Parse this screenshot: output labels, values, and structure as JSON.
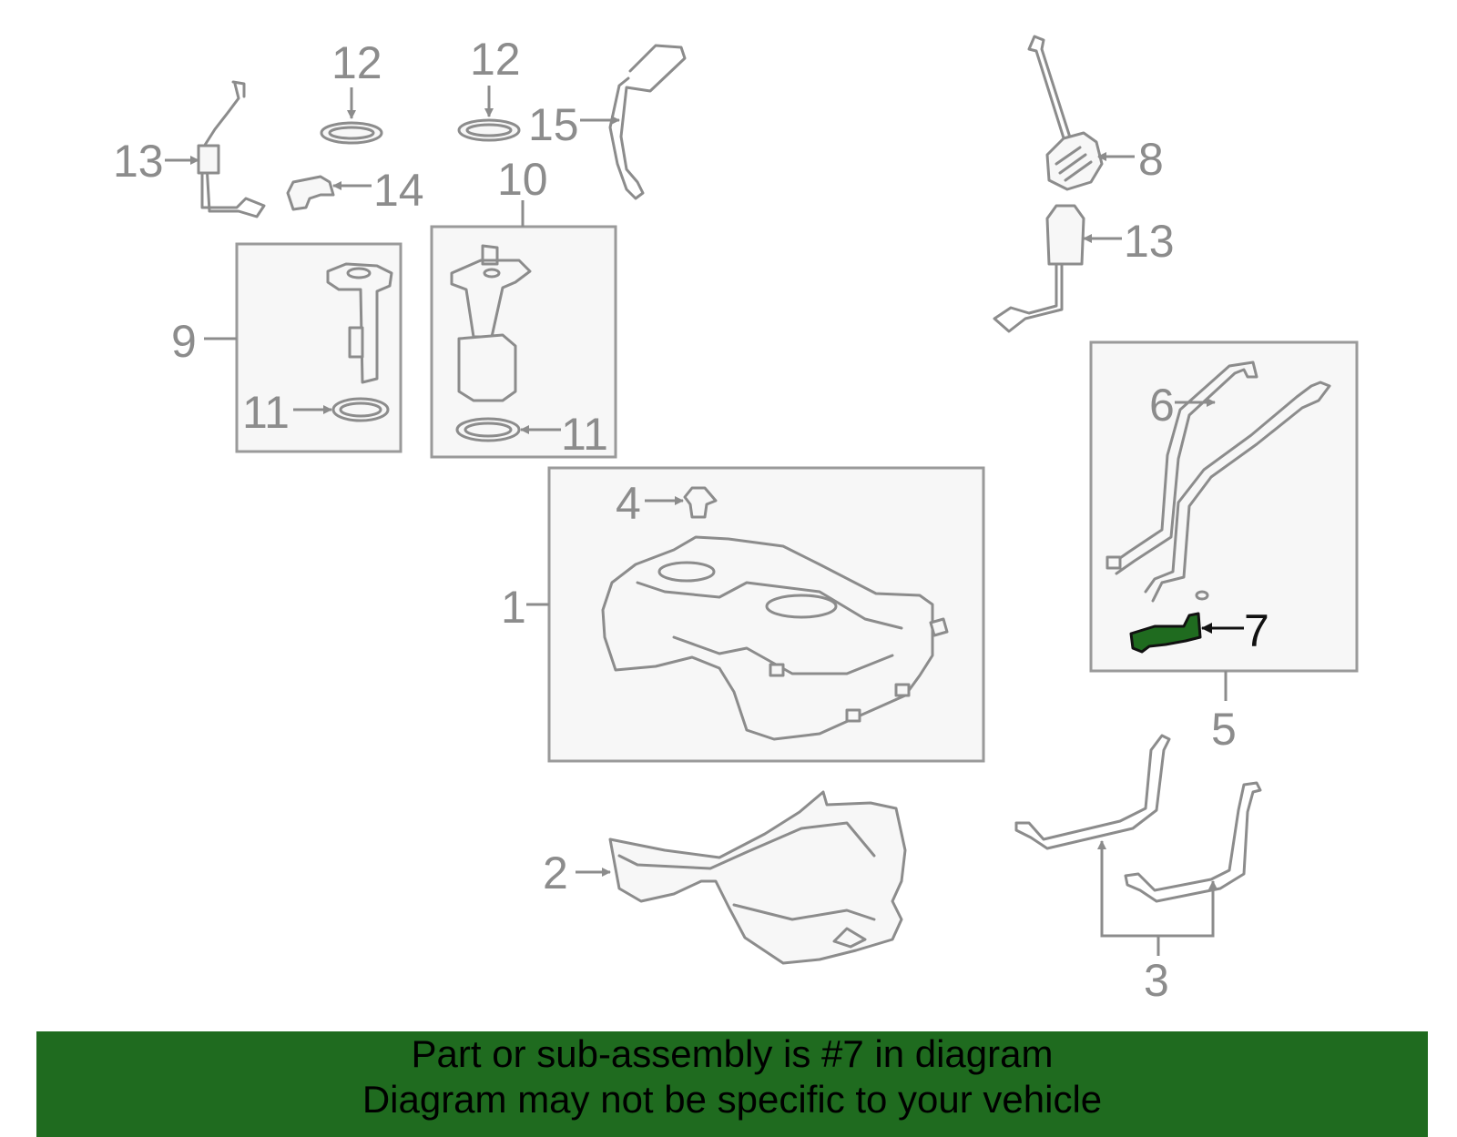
{
  "callouts": {
    "c1": "1",
    "c2": "2",
    "c3": "3",
    "c4": "4",
    "c5": "5",
    "c6": "6",
    "c7": "7",
    "c8": "8",
    "c9": "9",
    "c10": "10",
    "c11a": "11",
    "c11b": "11",
    "c12a": "12",
    "c12b": "12",
    "c13a": "13",
    "c13b": "13",
    "c14": "14",
    "c15": "15"
  },
  "highlighted_part": "7",
  "colors": {
    "highlight": "#1f6b1f",
    "banner": "#1f6b1f",
    "line_art": "#8c8c8c"
  },
  "banner": {
    "line1": "Part or sub-assembly is #7 in diagram",
    "line2": "Diagram may not be specific to your vehicle"
  }
}
